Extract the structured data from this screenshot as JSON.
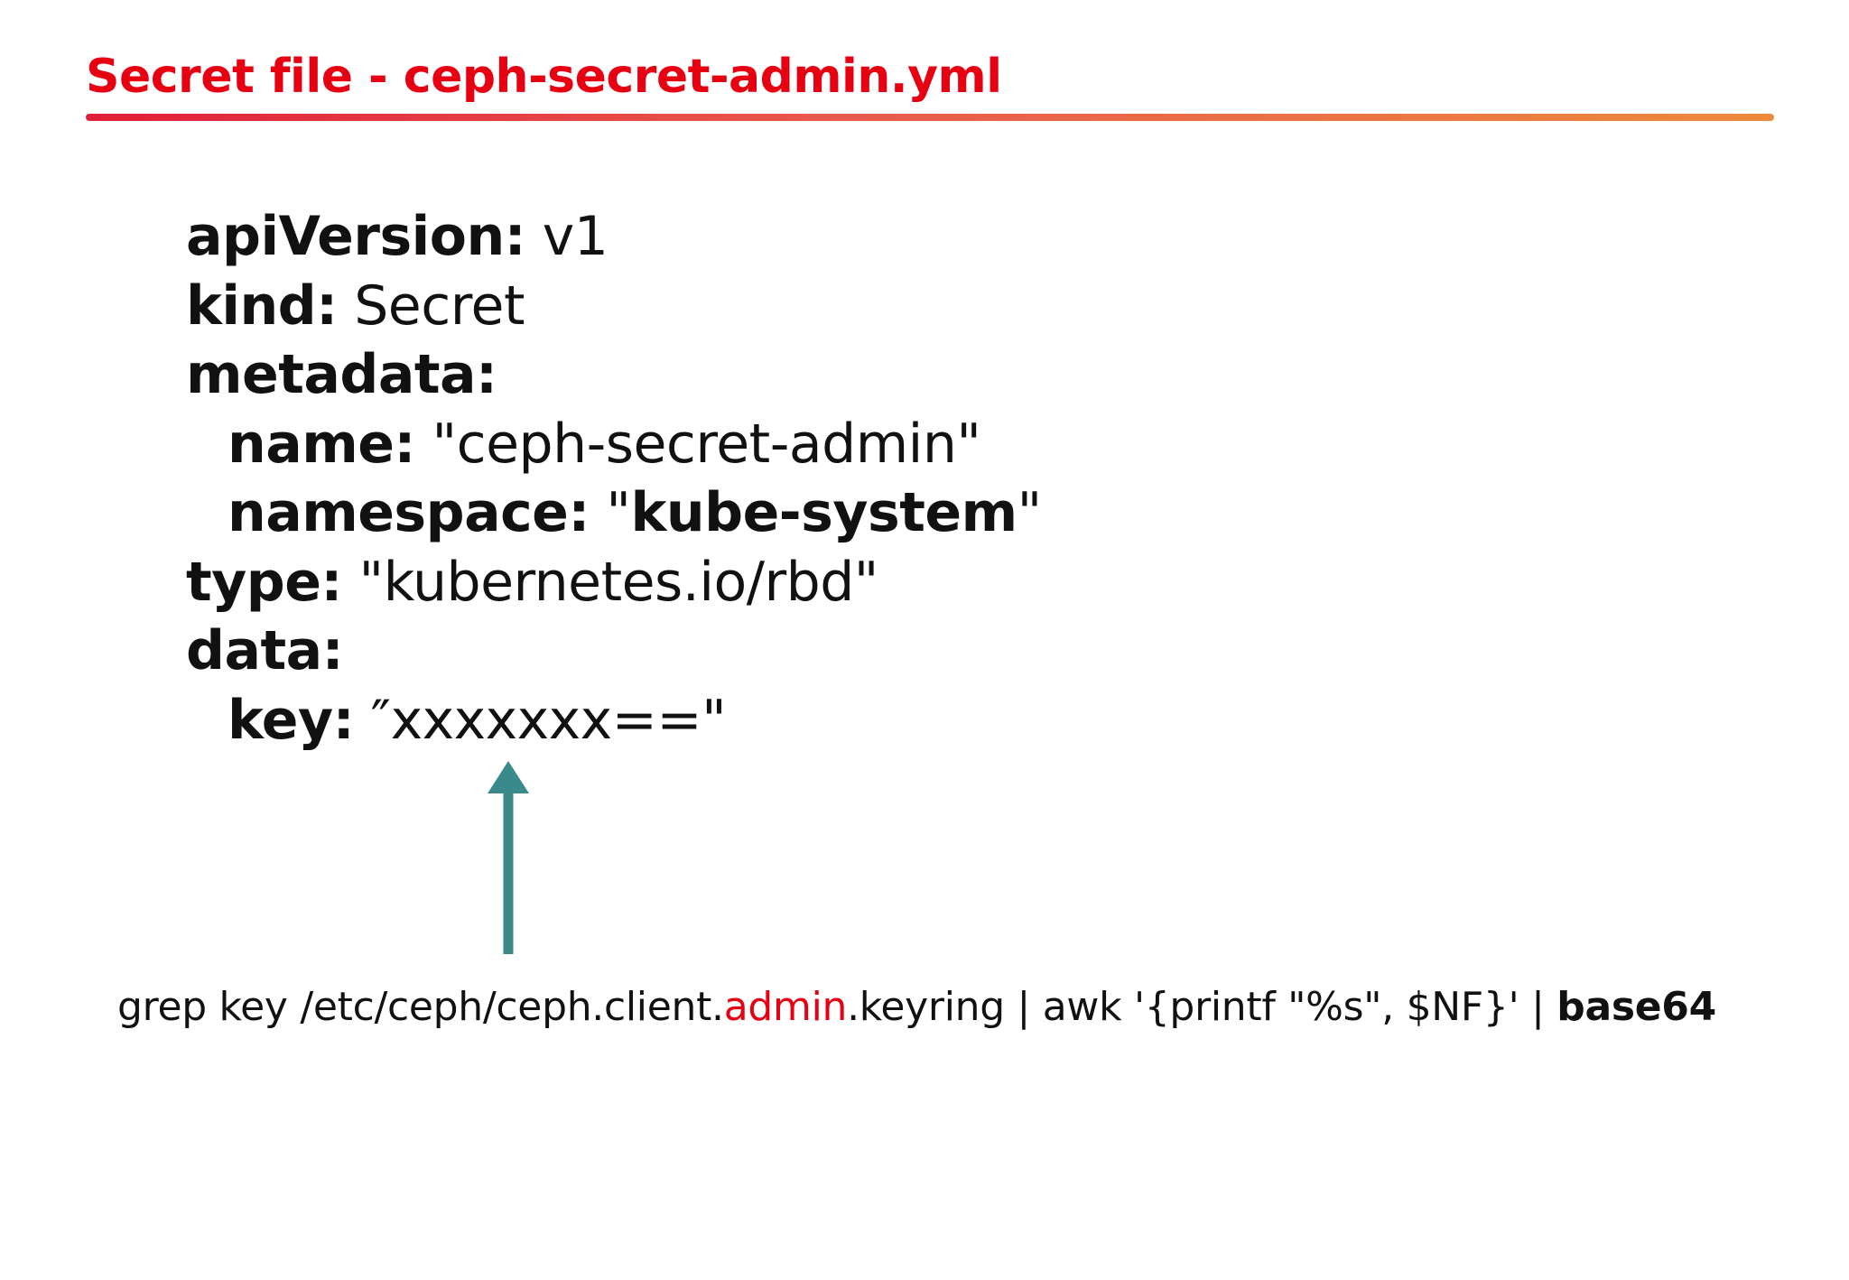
{
  "title": "Secret file - ceph-secret-admin.yml",
  "colors": {
    "title": "#e60012",
    "rule_start": "#e0203a",
    "rule_end": "#ee8a3c",
    "arrow": "#3a8a8c",
    "highlight": "#e60012"
  },
  "yaml": {
    "api_version_key": "apiVersion:",
    "api_version_value": " v1",
    "kind_key": "kind:",
    "kind_value": " Secret",
    "metadata_key": "metadata:",
    "name_key": "name:",
    "name_value": " \"ceph-secret-admin\"",
    "namespace_key": "namespace:",
    "namespace_open": " \"",
    "namespace_value": "kube-system",
    "namespace_close": "\"",
    "type_key": "type:",
    "type_value": " \"kubernetes.io/rbd\"",
    "data_key": "data:",
    "key_key": "key:",
    "key_value": " ″xxxxxxx==\""
  },
  "arrow_icon": "up-arrow-icon",
  "command": {
    "prefix": "grep key /etc/ceph/ceph.client.",
    "highlight": "admin",
    "middle": ".keyring | awk '{printf \"%s\", $NF}' | ",
    "bold": "base64"
  }
}
